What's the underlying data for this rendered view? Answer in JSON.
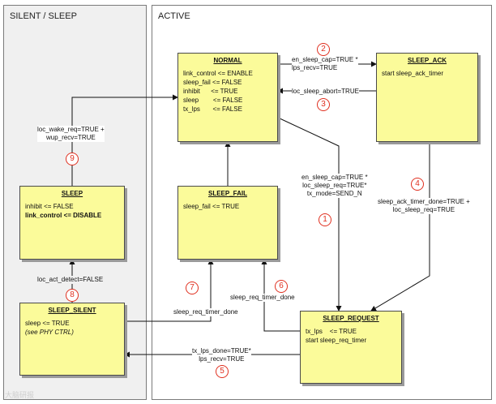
{
  "regions": {
    "silent_title": "SILENT / SLEEP",
    "active_title": "ACTIVE"
  },
  "states": {
    "normal": {
      "title": "NORMAL",
      "lines": [
        "link_control <= ENABLE",
        "sleep_fail <= FALSE",
        "inhibit      <= TRUE",
        "sleep        <= FALSE",
        "tx_lps       <= FALSE"
      ]
    },
    "sleep_ack": {
      "title": "SLEEP_ACK",
      "lines": [
        "start sleep_ack_timer"
      ]
    },
    "sleep_fail": {
      "title": "SLEEP_FAIL",
      "lines": [
        "sleep_fail <= TRUE"
      ]
    },
    "sleep": {
      "title": "SLEEP",
      "lines": [
        "inhibit <= FALSE",
        "link_control <= DISABLE"
      ]
    },
    "sleep_silent": {
      "title": "SLEEP_SILENT",
      "lines": [
        "sleep <= TRUE",
        "(see PHY CTRL)"
      ]
    },
    "sleep_request": {
      "title": "SLEEP_REQUEST",
      "lines": [
        "tx_lps    <= TRUE",
        "start sleep_req_timer"
      ]
    }
  },
  "transitions": {
    "t1": {
      "number": "1",
      "label": [
        "en_sleep_cap=TRUE *",
        "loc_sleep_req=TRUE*",
        "tx_mode=SEND_N"
      ]
    },
    "t2": {
      "number": "2",
      "label": [
        "en_sleep_cap=TRUE *",
        "lps_recv=TRUE"
      ]
    },
    "t3": {
      "number": "3",
      "label": [
        "loc_sleep_abort=TRUE"
      ]
    },
    "t4": {
      "number": "4",
      "label": [
        "sleep_ack_timer_done=TRUE +",
        "loc_sleep_req=TRUE"
      ]
    },
    "t5": {
      "number": "5",
      "label": [
        "tx_lps_done=TRUE*",
        "lps_recv=TRUE"
      ]
    },
    "t6": {
      "number": "6",
      "label": [
        "sleep_req_timer_done"
      ]
    },
    "t7": {
      "number": "7",
      "label": [
        "sleep_req_timer_done"
      ]
    },
    "t8": {
      "number": "8",
      "label": [
        "loc_act_detect=FALSE"
      ]
    },
    "t9": {
      "number": "9",
      "label": [
        "loc_wake_req=TRUE  +",
        "wup_recv=TRUE"
      ]
    }
  },
  "watermark": "大脑研报",
  "colors": {
    "state_fill": "#fbfb9a",
    "number_red": "#e03020",
    "silent_bg": "#f0f0f0"
  }
}
